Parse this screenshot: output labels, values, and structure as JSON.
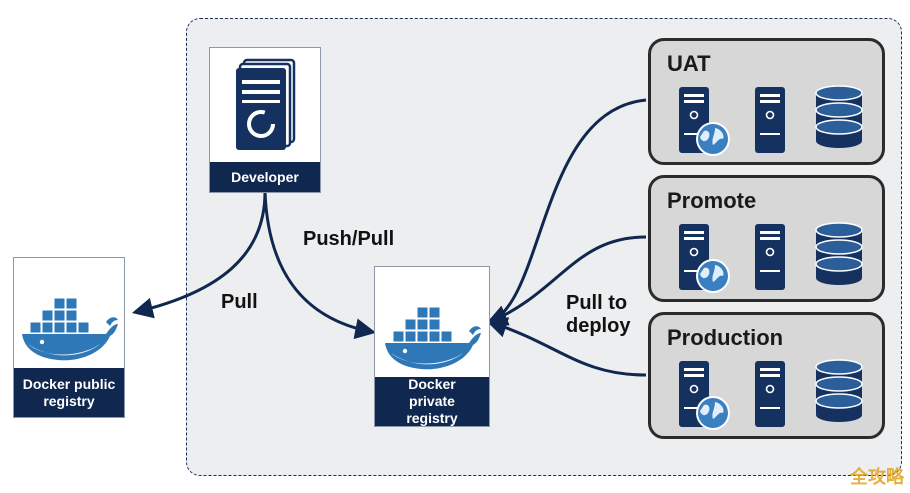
{
  "nodes": {
    "developer": "Developer",
    "public_registry": "Docker public registry",
    "private_registry": "Docker private registry"
  },
  "environments": {
    "uat": "UAT",
    "promote": "Promote",
    "production": "Production"
  },
  "edges": {
    "push_pull": "Push/Pull",
    "pull": "Pull",
    "pull_to_deploy_line1": "Pull to",
    "pull_to_deploy_line2": "deploy"
  },
  "watermark": "全攻略",
  "colors": {
    "navy": "#10284f",
    "region_fill": "#eceeef",
    "env_fill": "#d7d7d7",
    "whale_blue": "#2f78b7",
    "server_navy": "#15315f",
    "globe_blue": "#3a7fc0"
  },
  "icons": {
    "developer": "document-stack-icon",
    "registry": "docker-whale-icon",
    "server": "server-icon",
    "web_server": "web-server-globe-icon",
    "database": "database-icon"
  }
}
